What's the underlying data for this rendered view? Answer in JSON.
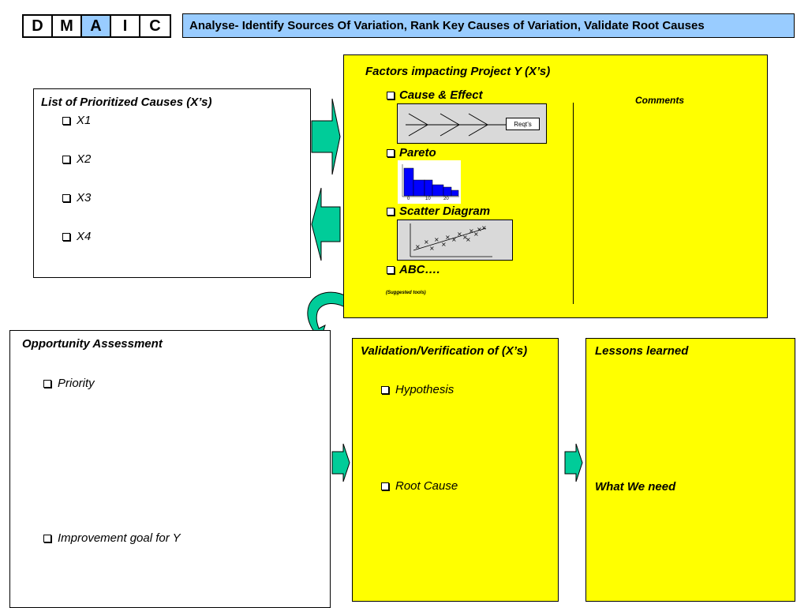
{
  "dmaic": [
    "D",
    "M",
    "A",
    "I",
    "C"
  ],
  "dmaic_active": "A",
  "header": {
    "title": "Analyse- Identify Sources Of Variation, Rank Key Causes of Variation, Validate Root Causes"
  },
  "prioritized": {
    "title": "List of Prioritized Causes (X’s)",
    "items": [
      "X1",
      "X2",
      "X3",
      "X4"
    ]
  },
  "factors": {
    "title": "Factors impacting Project Y (X’s)",
    "tools": [
      "Cause & Effect",
      "Pareto",
      "Scatter Diagram",
      "ABC…."
    ],
    "reqts_label": "Reqt’s",
    "pareto_ticks": [
      "0",
      "10",
      "20"
    ],
    "suggested": "(Suggested tools)",
    "comments": "Comments"
  },
  "opportunity": {
    "title": "Opportunity Assessment",
    "items": [
      "Priority",
      "Improvement goal for Y"
    ]
  },
  "validation": {
    "title": "Validation/Verification of (X’s)",
    "items": [
      "Hypothesis",
      "Root Cause"
    ]
  },
  "lessons": {
    "title": "Lessons learned",
    "need": "What We need"
  },
  "colors": {
    "box": "#ffff00",
    "header": "#99ccff",
    "arrow": "#00cc99",
    "pareto": "#0000ff"
  }
}
